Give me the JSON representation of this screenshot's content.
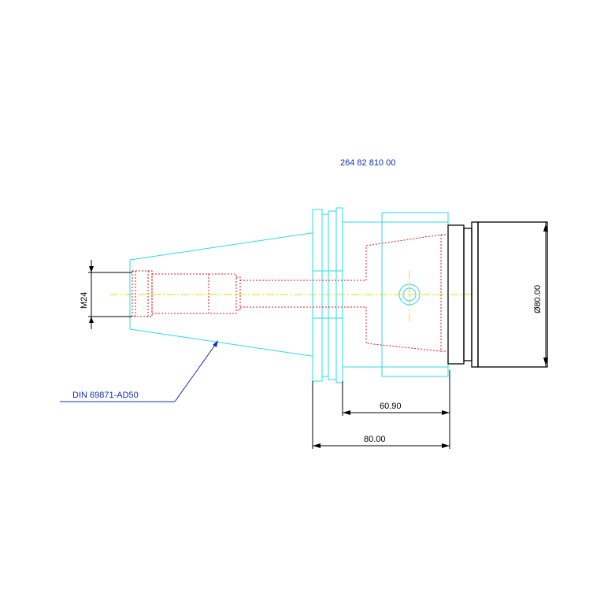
{
  "part_number": "264 82 810 00",
  "standard_label": "DIN 69871-AD50",
  "thread_label": "M24",
  "diameter_label": "Ø80.00",
  "dim_60_label": "60.90",
  "dim_80_label": "80.00",
  "colors": {
    "outline": "#2ed8e8",
    "hidden": "#e01818",
    "centerline": "#e8d800",
    "dimension": "#000000",
    "leader": "#1030c0",
    "part_number": "#1030c0"
  }
}
